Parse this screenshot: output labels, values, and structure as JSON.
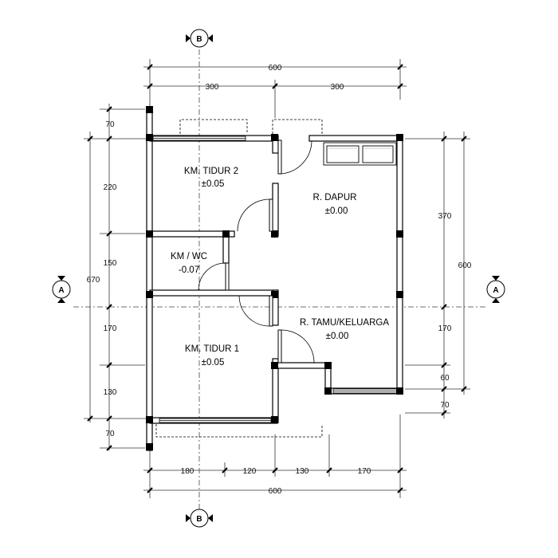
{
  "grid_marks": {
    "top": "B",
    "bottom": "B",
    "left": "A",
    "right": "A"
  },
  "dimensions": {
    "top_total": "600",
    "top_parts": [
      "300",
      "300"
    ],
    "bottom_total": "600",
    "bottom_parts": [
      "180",
      "120",
      "130",
      "170"
    ],
    "left_total": "670",
    "left_parts": [
      "70",
      "220",
      "150",
      "170",
      "130",
      "70"
    ],
    "right_total": "600",
    "right_parts": [
      "370",
      "170",
      "60",
      "70"
    ]
  },
  "rooms": {
    "bedroom2": {
      "name": "KM. TIDUR 2",
      "level": "±0.05"
    },
    "kitchen": {
      "name": "R. DAPUR",
      "level": "±0.00"
    },
    "bathroom": {
      "name": "KM / WC",
      "level": "-0.07"
    },
    "living": {
      "name": "R. TAMU/KELUARGA",
      "level": "±0.00"
    },
    "bedroom1": {
      "name": "KM. TIDUR 1",
      "level": "±0.05"
    }
  }
}
